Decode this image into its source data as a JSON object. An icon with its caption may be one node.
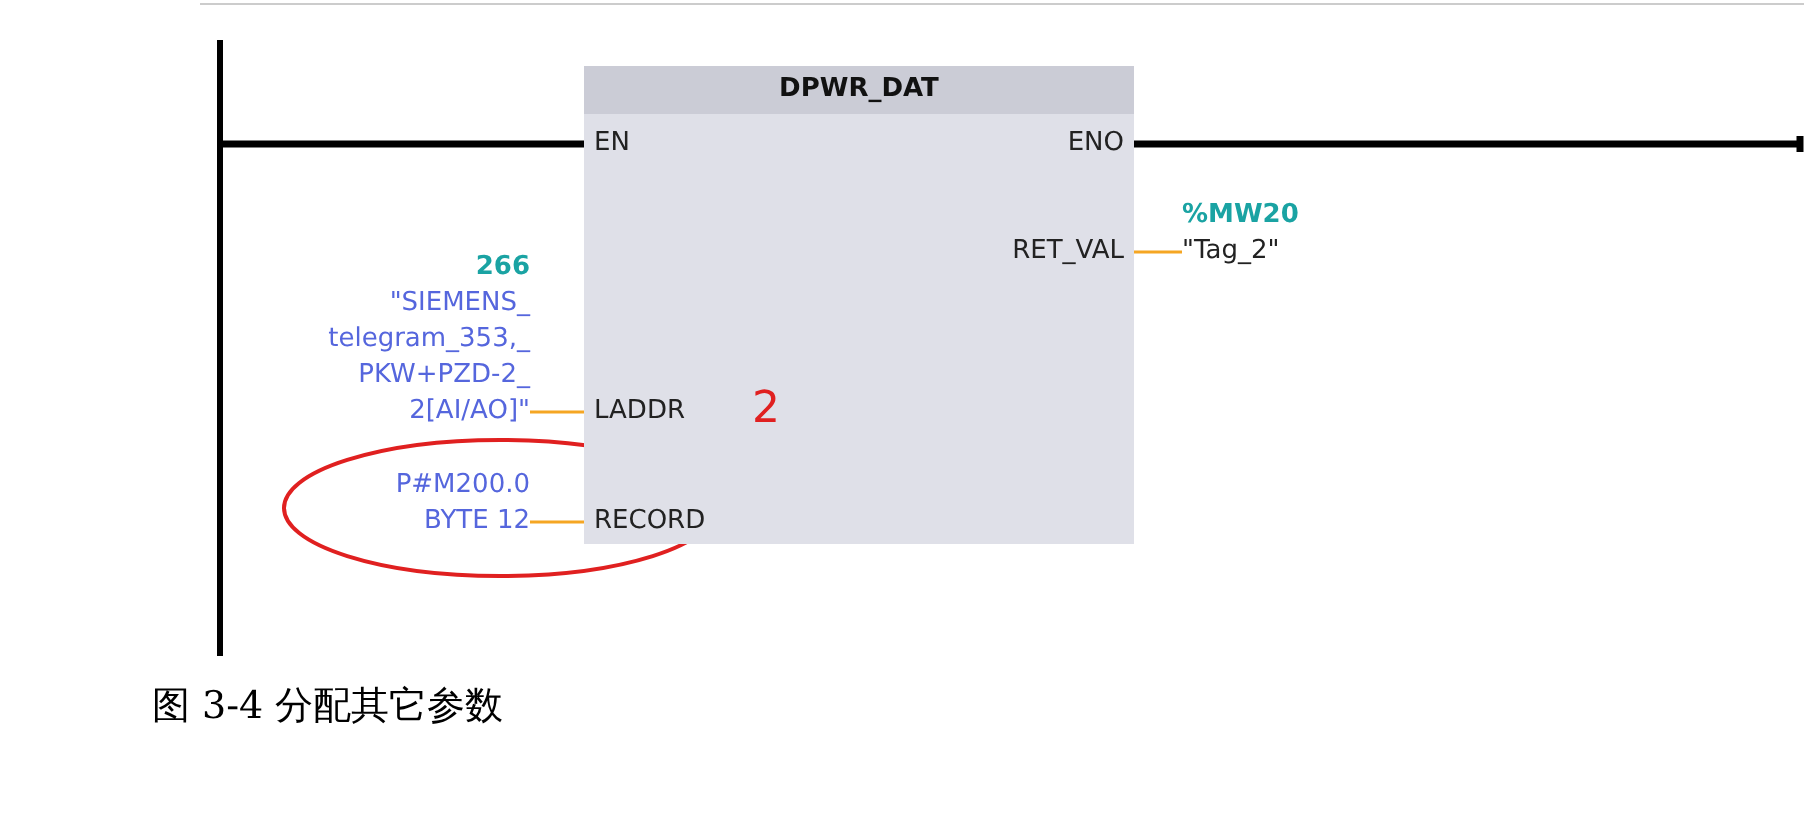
{
  "diagram": {
    "caption": "图 3-4 分配其它参数",
    "nodes": [
      {
        "text": [
          "DPWR_DAT"
        ]
      },
      {
        "text": [
          "EN"
        ],
        "in": 0
      },
      {
        "text": [
          "ENO"
        ],
        "in": 0
      },
      {
        "text": [
          "RET_VAL"
        ],
        "in": 0
      },
      {
        "text": [
          "LADDR"
        ],
        "in": 0
      },
      {
        "text": [
          "RECORD"
        ],
        "in": 0
      },
      {
        "text": [
          "266",
          "\"SIEMENS_ telegram_353,_ PKW+PZD-2_ 2[AI/AO]\""
        ]
      },
      {
        "text": [
          "P#M200.0 BYTE 12"
        ]
      },
      {
        "text": [
          "%MW20",
          "\"Tag_2\""
        ]
      }
    ],
    "edges": [
      {
        "from": null,
        "to": 1,
        "arrow": "none",
        "style": "thick",
        "color": "#000000"
      },
      {
        "from": 2,
        "to": null,
        "arrow": "none",
        "style": "thick",
        "color": "#000000"
      },
      {
        "from": 3,
        "to": 8,
        "arrow": "none",
        "color": "#f5a623"
      },
      {
        "from": 6,
        "to": 4,
        "arrow": "none",
        "color": "#f5a623"
      },
      {
        "from": 7,
        "to": 5,
        "arrow": "none",
        "color": "#f5a623"
      }
    ],
    "labels": [
      "2"
    ]
  }
}
